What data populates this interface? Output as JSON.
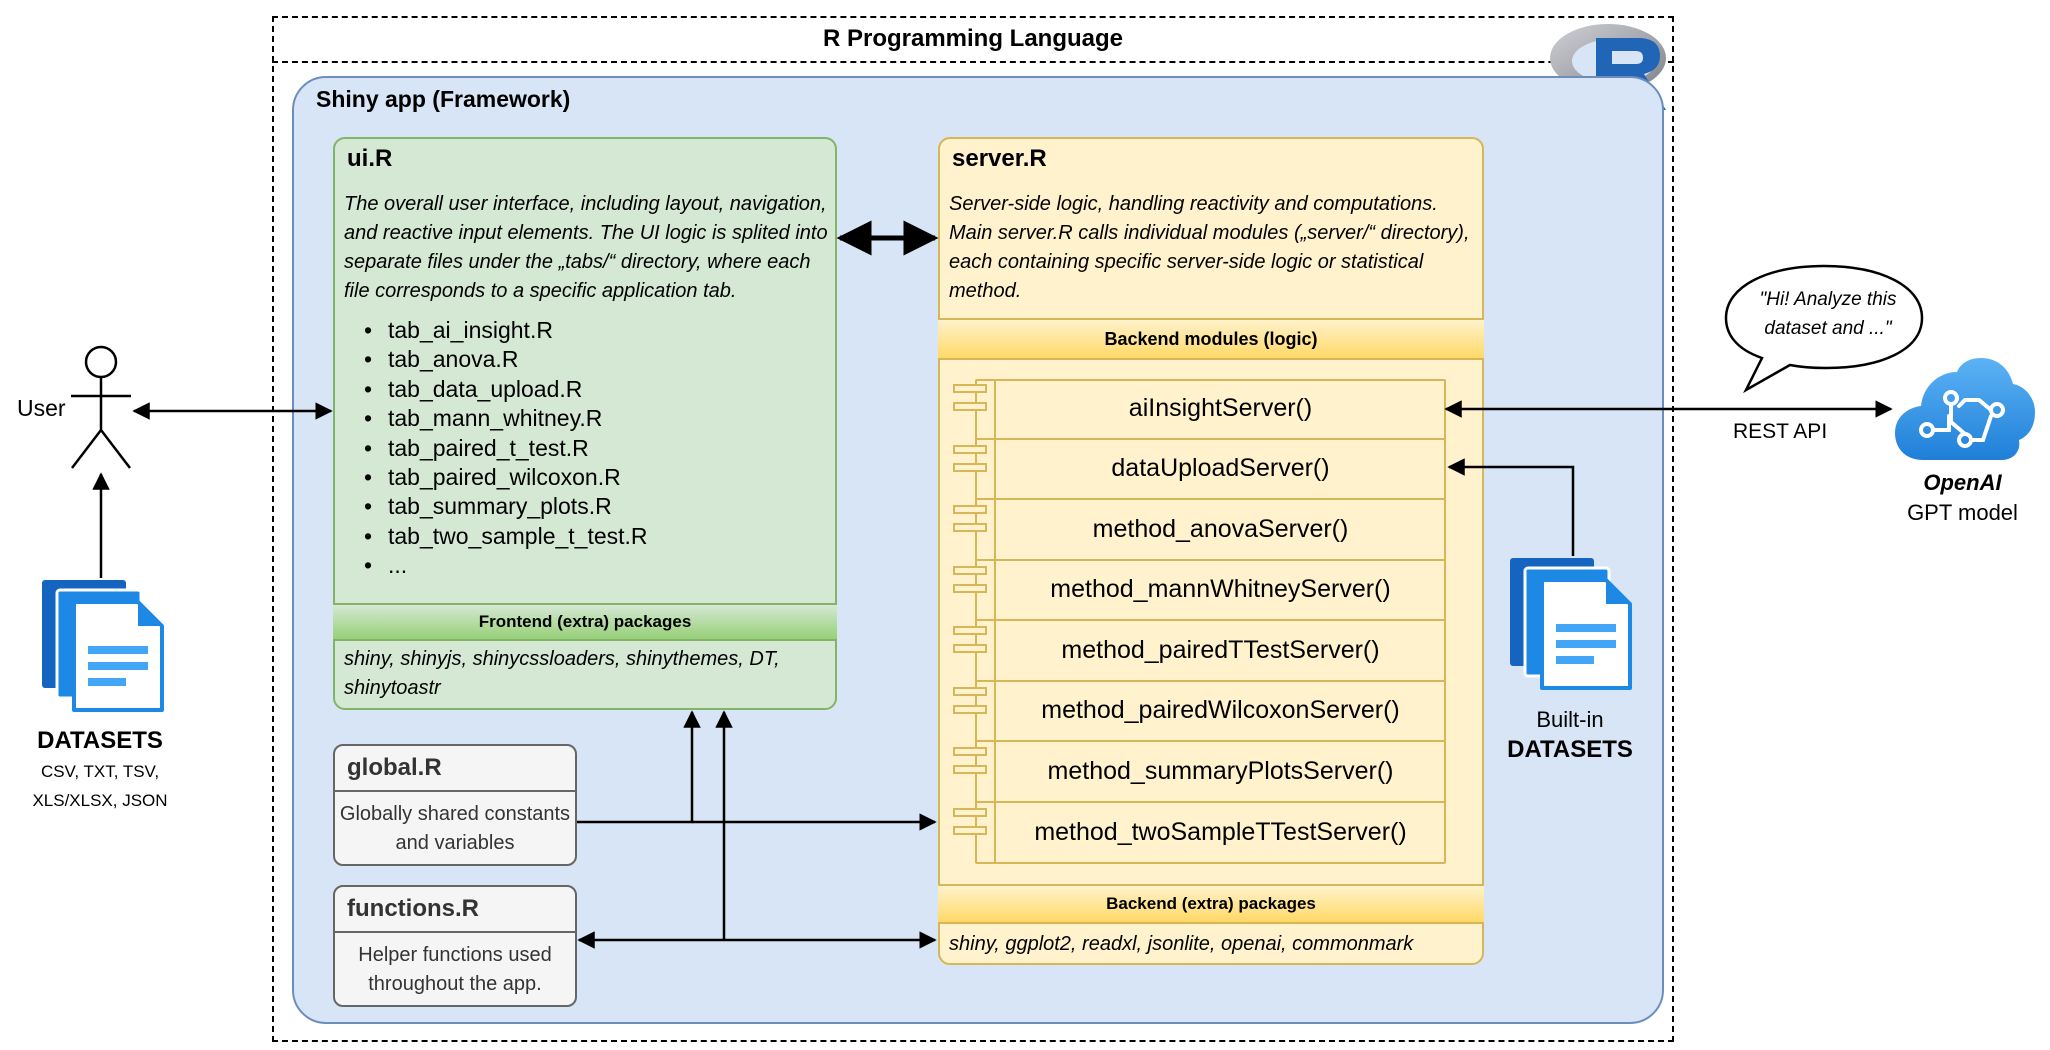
{
  "diagram": {
    "outer_title": "R Programming Language",
    "r_logo": "R",
    "shiny_title": "Shiny app (Framework)",
    "ui": {
      "title": "ui.R",
      "description": "The overall user interface, including layout, navigation, and reactive input elements. The UI logic is splited into separate files under the „tabs/“ directory, where each file corresponds to a specific application tab.",
      "files": [
        "tab_ai_insight.R",
        "tab_anova.R",
        "tab_data_upload.R",
        "tab_mann_whitney.R",
        "tab_paired_t_test.R",
        "tab_paired_wilcoxon.R",
        "tab_summary_plots.R",
        "tab_two_sample_t_test.R",
        "..."
      ],
      "packages_header": "Frontend (extra) packages",
      "packages": "shiny, shinyjs, shinycssloaders, shinythemes, DT, shinytoastr"
    },
    "global": {
      "title": "global.R",
      "description": "Globally shared constants and variables"
    },
    "functions": {
      "title": "functions.R",
      "description": "Helper functions used throughout the app."
    },
    "server": {
      "title": "server.R",
      "description": "Server-side logic, handling reactivity and computations. Main server.R calls individual modules („server/“ directory), each containing specific server-side logic or statistical method.",
      "modules_header": "Backend modules (logic)",
      "modules": [
        "aiInsightServer()",
        "dataUploadServer()",
        "method_anovaServer()",
        "method_mannWhitneyServer()",
        "method_pairedTTestServer()",
        "method_pairedWilcoxonServer()",
        "method_summaryPlotsServer()",
        "method_twoSampleTTestServer()"
      ],
      "packages_header": "Backend (extra) packages",
      "packages": "shiny, ggplot2, readxl, jsonlite, openai, commonmark"
    },
    "user_label": "User",
    "datasets": {
      "title": "DATASETS",
      "formats_line1": "CSV, TXT, TSV,",
      "formats_line2": "XLS/XLSX, JSON"
    },
    "builtin": {
      "line1": "Built-in",
      "line2": "DATASETS"
    },
    "rest_api": "REST API",
    "openai": {
      "name": "OpenAI",
      "model": "GPT model"
    },
    "speech_bubble": "\"Hi! Analyze this dataset and ...\"",
    "colors": {
      "ui_fill": "#d5e8d4",
      "ui_stroke": "#82b366",
      "server_fill": "#fff2cc",
      "server_stroke": "#d6b656",
      "shiny_fill": "#d7e5f6",
      "shiny_stroke": "#6c8ebf",
      "file_icon": "#1e88e5",
      "cloud_icon": "#2b8fe0"
    },
    "icons": [
      "stick-figure-icon",
      "dataset-files-icon",
      "builtin-dataset-files-icon",
      "cloud-network-icon",
      "r-logo-icon",
      "speech-bubble-icon"
    ]
  }
}
